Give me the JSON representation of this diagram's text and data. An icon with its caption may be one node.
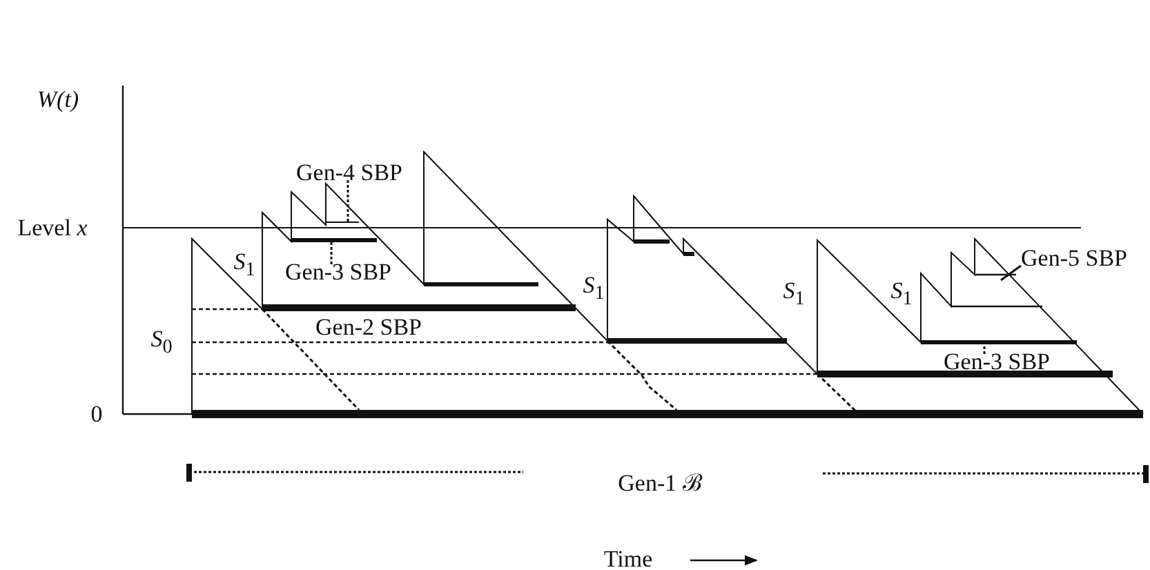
{
  "diagram": {
    "nodes": [
      {
        "text": [
          "Gen-4 SBP"
        ]
      },
      {
        "text": [
          "Gen-3 SBP"
        ]
      },
      {
        "text": [
          "Gen-5 SBP"
        ]
      },
      {
        "text": [
          "Gen-3 SBP"
        ]
      }
    ],
    "edges": [
      {
        "from": 0,
        "to": null,
        "arrow": "none",
        "style": "dashed"
      },
      {
        "from": 1,
        "to": null,
        "arrow": "none",
        "style": "dashed"
      },
      {
        "from": 2,
        "to": null,
        "arrow": "none"
      },
      {
        "from": 3,
        "to": null,
        "arrow": "none",
        "style": "dashed"
      }
    ],
    "labels": [
      "W(t)",
      "Level *x*",
      "*S*$_{1}$",
      "*S*$_{1}$",
      "*S*$_{1}$",
      "*S*$_{1}$",
      "*S*$_{0}$",
      "Gen-2 SBP",
      "0",
      "Gen-1 ℬ",
      "Time"
    ]
  }
}
